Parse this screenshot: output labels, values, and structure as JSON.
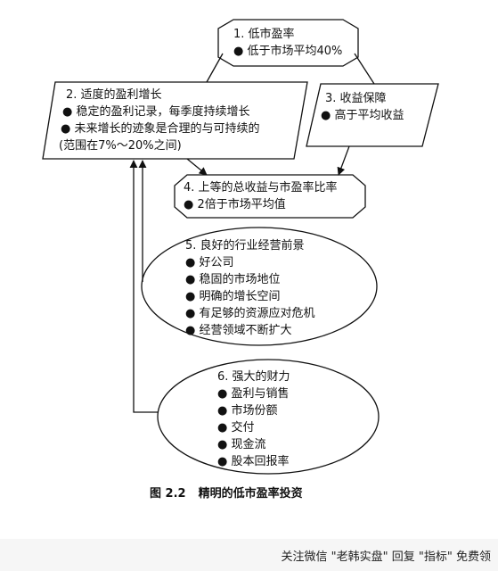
{
  "nodes": {
    "n1": {
      "title": "1. 低市盈率",
      "bullets": [
        "● 低于市场平均40%"
      ]
    },
    "n2": {
      "title": "2. 适度的盈利增长",
      "bullets": [
        "● 稳定的盈利记录，每季度持续增长",
        "● 未来增长的迹象是合理的与可持续的",
        "(范围在7%～20%之间)"
      ]
    },
    "n3": {
      "title": "3. 收益保障",
      "bullets": [
        "● 高于平均收益"
      ]
    },
    "n4": {
      "title": "4. 上等的总收益与市盈率比率",
      "bullets": [
        "● 2倍于市场平均值"
      ]
    },
    "n5": {
      "title": "5. 良好的行业经营前景",
      "bullets": [
        "● 好公司",
        "● 稳固的市场地位",
        "● 明确的增长空间",
        "● 有足够的资源应对危机",
        "● 经营领域不断扩大"
      ]
    },
    "n6": {
      "title": "6. 强大的财力",
      "bullets": [
        "● 盈利与销售",
        "● 市场份额",
        "● 交付",
        "● 现金流",
        "● 股本回报率"
      ]
    }
  },
  "caption": {
    "figure": "图 2.2",
    "text": "精明的低市盈率投资"
  },
  "watermark": "关注微信 \"老韩实盘\" 回复 \"指标\" 免费领"
}
